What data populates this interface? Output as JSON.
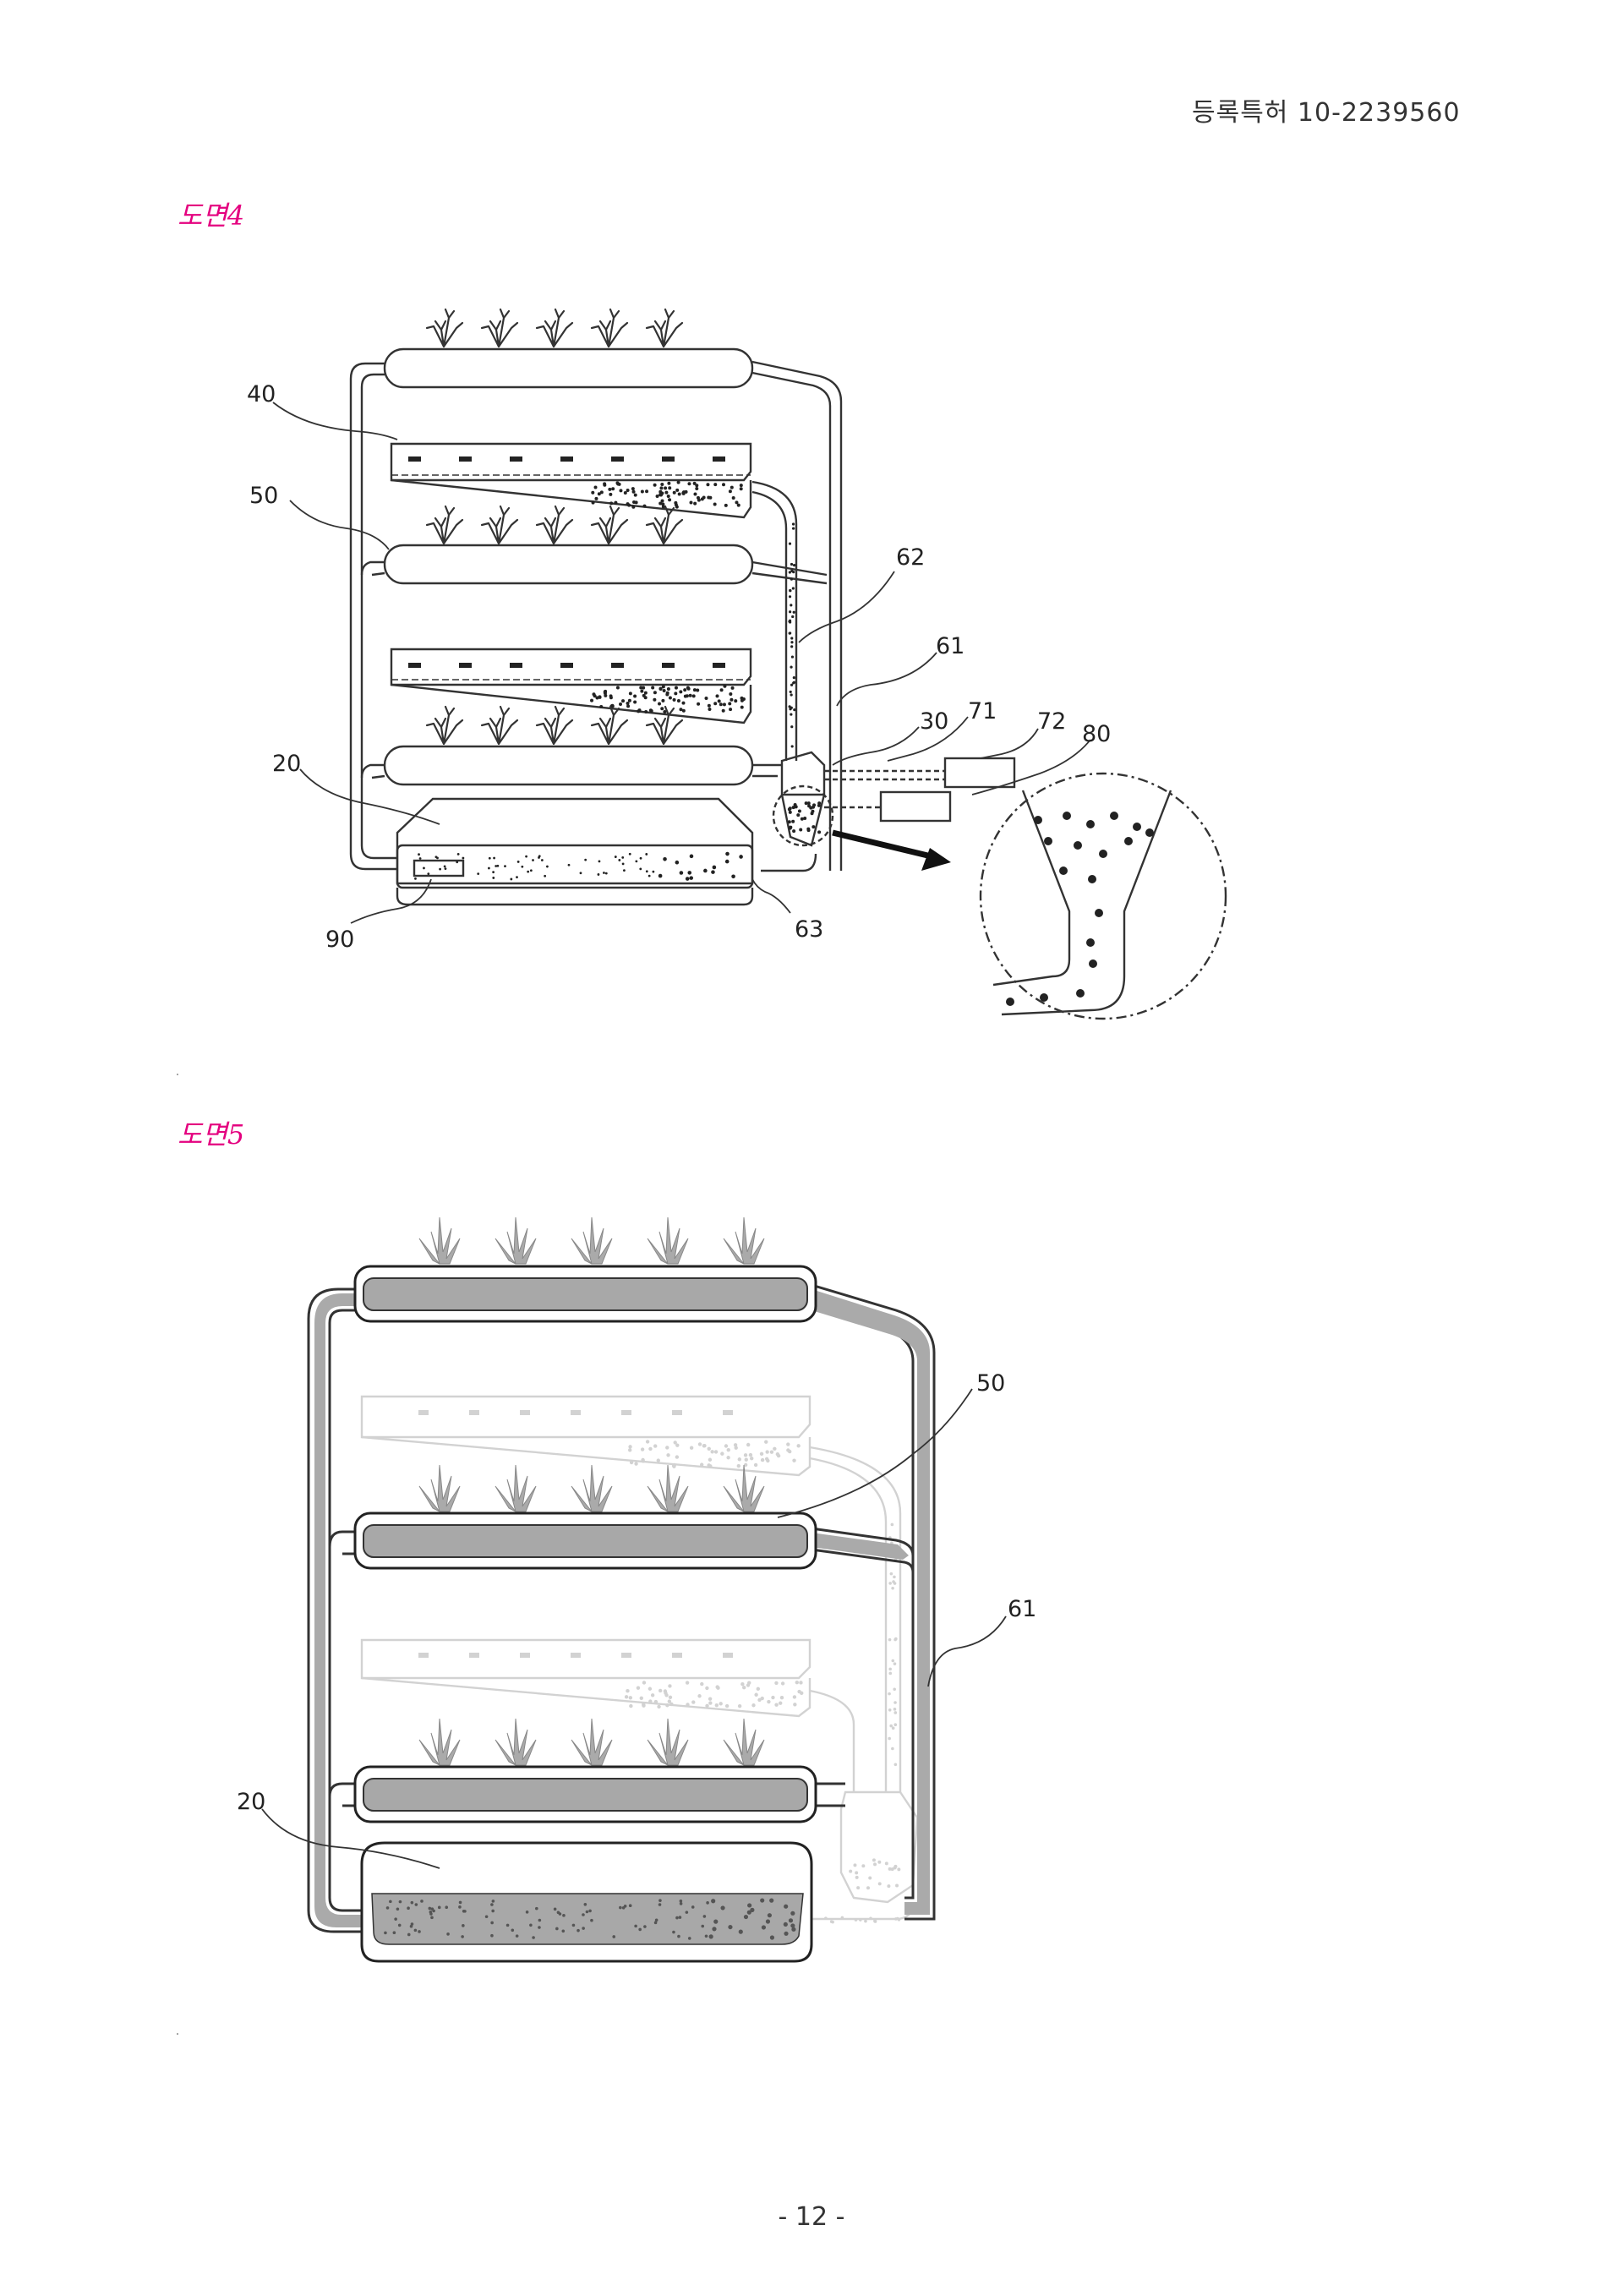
{
  "header": {
    "patent": "등록특허 10-2239560"
  },
  "figures": [
    {
      "title": "도면4",
      "labels": {
        "l40": "40",
        "l50": "50",
        "l62": "62",
        "l61": "61",
        "l30": "30",
        "l71": "71",
        "l72": "72",
        "l80": "80",
        "l20": "20",
        "l90": "90",
        "l63": "63"
      }
    },
    {
      "title": "도면5",
      "labels": {
        "l50": "50",
        "l61": "61",
        "l20": "20"
      }
    }
  ],
  "footer": {
    "page": "- 12 -"
  }
}
